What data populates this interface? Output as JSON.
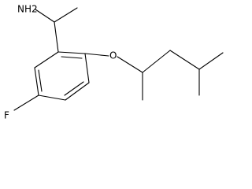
{
  "molecule": {
    "labels": {
      "amine": "NH2",
      "oxygen": "O",
      "fluorine": "F"
    },
    "colors": {
      "bond": "#000000",
      "label": "#000000",
      "background": "#ffffff"
    }
  }
}
